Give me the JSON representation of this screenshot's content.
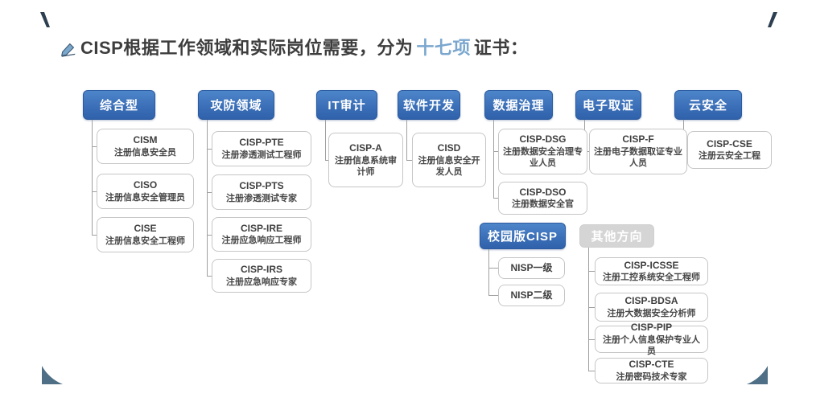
{
  "title": {
    "icon": "pen-icon",
    "prefix": "CISP根据工作领域和实际岗位需要，分为",
    "highlight": "十七项",
    "suffix": "证书："
  },
  "colors": {
    "header_blue": "#3b6fb8",
    "header_gray": "#d5d5d5",
    "highlight_text": "#7ba7cf",
    "connector_gray": "#a0a0a0"
  },
  "diagram": {
    "groups": [
      {
        "label": "综合型",
        "children": [
          {
            "code": "CISM",
            "name": "注册信息安全员"
          },
          {
            "code": "CISO",
            "name": "注册信息安全管理员"
          },
          {
            "code": "CISE",
            "name": "注册信息安全工程师"
          }
        ]
      },
      {
        "label": "攻防领域",
        "children": [
          {
            "code": "CISP-PTE",
            "name": "注册渗透测试工程师"
          },
          {
            "code": "CISP-PTS",
            "name": "注册渗透测试专家"
          },
          {
            "code": "CISP-IRE",
            "name": "注册应急响应工程师"
          },
          {
            "code": "CISP-IRS",
            "name": "注册应急响应专家"
          }
        ]
      },
      {
        "label": "IT审计",
        "children": [
          {
            "code": "CISP-A",
            "name": "注册信息系统审计师"
          }
        ]
      },
      {
        "label": "软件开发",
        "children": [
          {
            "code": "CISD",
            "name": "注册信息安全开发人员"
          }
        ]
      },
      {
        "label": "数据治理",
        "children": [
          {
            "code": "CISP-DSG",
            "name": "注册数据安全治理专业人员"
          },
          {
            "code": "CISP-DSO",
            "name": "注册数据安全官"
          }
        ]
      },
      {
        "label": "电子取证",
        "children": [
          {
            "code": "CISP-F",
            "name": "注册电子数据取证专业人员"
          }
        ]
      },
      {
        "label": "云安全",
        "children": [
          {
            "code": "CISP-CSE",
            "name": "注册云安全工程"
          }
        ]
      },
      {
        "label": "校园版CISP",
        "children": [
          {
            "code": "NISP一级"
          },
          {
            "code": "NISP二级"
          }
        ]
      },
      {
        "label": "其他方向",
        "children": [
          {
            "code": "CISP-ICSSE",
            "name": "注册工控系统安全工程师"
          },
          {
            "code": "CISP-BDSA",
            "name": "注册大数据安全分析师"
          },
          {
            "code": "CISP-PIP",
            "name": "注册个人信息保护专业人员"
          },
          {
            "code": "CISP-CTE",
            "name": "注册密码技术专家"
          }
        ]
      }
    ]
  }
}
